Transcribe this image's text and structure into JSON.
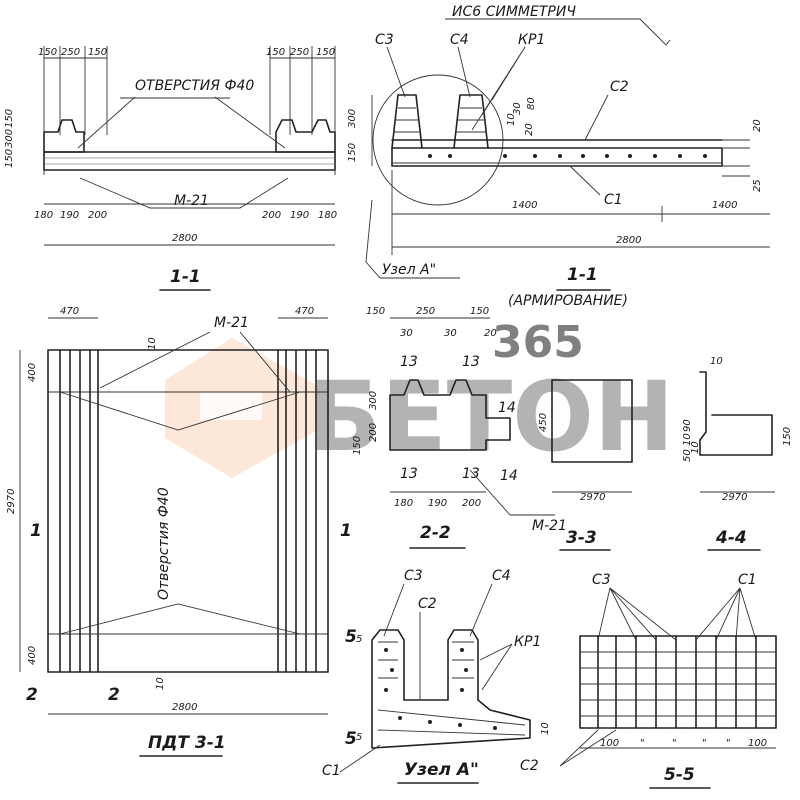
{
  "header_note": "ИС6 СИММЕТРИЧ",
  "watermark": {
    "brand": "БЕТОН",
    "number": "365",
    "accent_color": "#f5a66a",
    "logo_color": "#f6c19b"
  },
  "section_top_left": {
    "title": "1-1",
    "note": "ОТВЕРСТИЯ Ф40",
    "rod": "М-21",
    "dims_top": [
      "150",
      "250",
      "150",
      "150",
      "250",
      "150"
    ],
    "dims_left": [
      "150",
      "300",
      "150"
    ],
    "dims_bottom": [
      "180",
      "190",
      "200",
      "200",
      "190",
      "180"
    ],
    "total": "2800"
  },
  "section_top_right": {
    "title": "1-1",
    "subtitle": "(АРМИРОВАНИЕ)",
    "labels": [
      "С3",
      "С4",
      "КР1",
      "С2",
      "С1"
    ],
    "node": "Узел А\"",
    "dims_left": [
      "300",
      "150"
    ],
    "dims_small": [
      "30",
      "80",
      "10",
      "20",
      "20",
      "25"
    ],
    "dims_bottom": [
      "1400",
      "1400"
    ],
    "total": "2800"
  },
  "plan": {
    "title": "ПДТ 3-1",
    "note": "Отверстия Ф40",
    "rod": "М-21",
    "dims_top": [
      "470",
      "470"
    ],
    "dims_side": [
      "400",
      "2970",
      "400"
    ],
    "small": [
      "10",
      "10"
    ],
    "cut_marks": [
      "1",
      "1",
      "2",
      "2",
      "5",
      "5"
    ],
    "total": "2800"
  },
  "section_2_2": {
    "title": "2-2",
    "dims_top": [
      "150",
      "250",
      "150",
      "30",
      "30",
      "20"
    ],
    "dims_left": [
      "300",
      "200",
      "150"
    ],
    "dims_bottom": [
      "180",
      "190",
      "200"
    ],
    "marks": [
      "13",
      "13",
      "13",
      "13",
      "14",
      "14"
    ],
    "rod": "М-21"
  },
  "section_3_3": {
    "title": "3-3",
    "dim_side": "450",
    "dim_bottom": "2970"
  },
  "section_4_4": {
    "title": "4-4",
    "dim_top": "10",
    "dims_left": [
      "90",
      "50",
      "10",
      "10"
    ],
    "dim_right": "150",
    "dim_bottom": "2970"
  },
  "node_a": {
    "title": "Узел А\"",
    "labels": [
      "С3",
      "С2",
      "С4",
      "КР1",
      "С1"
    ],
    "dims": [
      "5",
      "5",
      "10"
    ]
  },
  "section_5_5": {
    "title": "5-5",
    "labels": [
      "С3",
      "С1",
      "С2"
    ],
    "dims_bottom": [
      "100",
      "\"",
      "\"",
      "\"",
      "\"",
      "100"
    ]
  }
}
